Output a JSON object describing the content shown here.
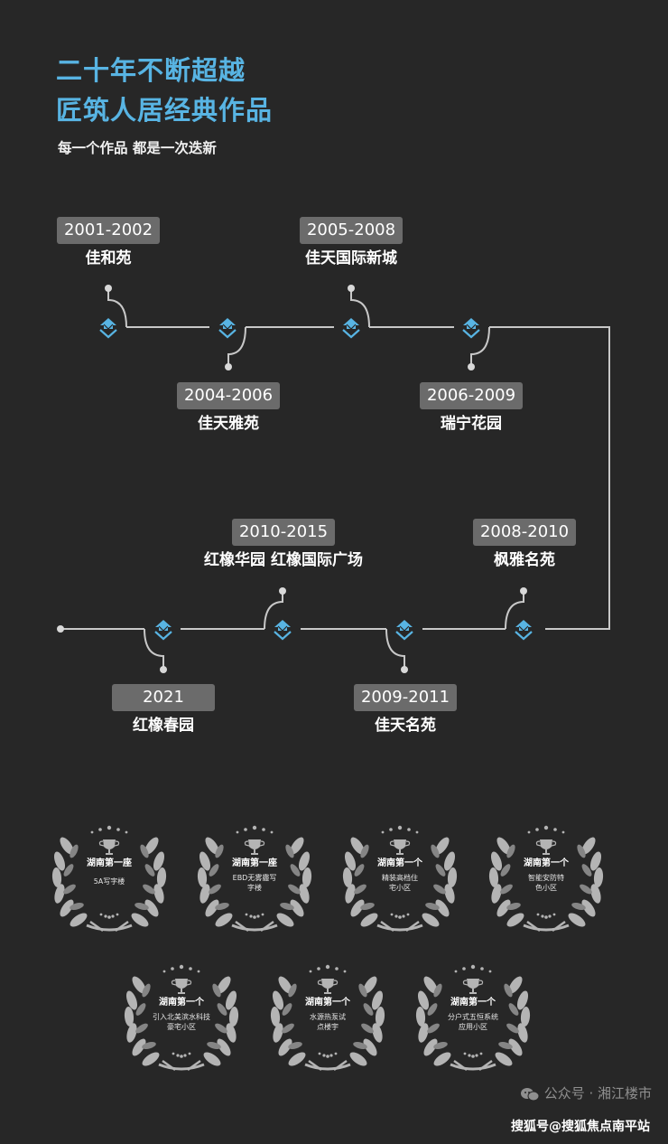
{
  "header": {
    "title_line1": "二十年不断超越",
    "title_line2": "匠筑人居经典作品",
    "subtitle": "每一个作品 都是一次迭新"
  },
  "colors": {
    "accent": "#58b4e3",
    "background": "#272727",
    "badge": "#6b6b6b",
    "line": "#c8c8c8",
    "laurel": "#b4b4b4"
  },
  "milestones": [
    {
      "years": "2001-2002",
      "name": "佳和苑"
    },
    {
      "years": "2004-2006",
      "name": "佳天雅苑"
    },
    {
      "years": "2005-2008",
      "name": "佳天国际新城"
    },
    {
      "years": "2006-2009",
      "name": "瑞宁花园"
    },
    {
      "years": "2008-2010",
      "name": "枫雅名苑"
    },
    {
      "years": "2009-2011",
      "name": "佳天名苑"
    },
    {
      "years": "2010-2015",
      "name": "红橡华园 红橡国际广场"
    },
    {
      "years": "2021",
      "name": "红橡春园"
    }
  ],
  "awards": [
    {
      "title": "湖南第一座",
      "desc": "5A写字楼",
      "icon": "trophy-icon"
    },
    {
      "title": "湖南第一座",
      "desc": "EBD无雾霾写字楼",
      "icon": "trophy-icon"
    },
    {
      "title": "湖南第一个",
      "desc": "精装高档住宅小区",
      "icon": "trophy-icon"
    },
    {
      "title": "湖南第一个",
      "desc": "智能安防特色小区",
      "icon": "trophy-icon"
    },
    {
      "title": "湖南第一个",
      "desc": "引入北美滨水科技豪宅小区",
      "icon": "trophy-icon"
    },
    {
      "title": "湖南第一个",
      "desc": "水源热泵试点楼宇",
      "icon": "trophy-icon"
    },
    {
      "title": "湖南第一个",
      "desc": "分户式五恒系统应用小区",
      "icon": "trophy-icon"
    }
  ],
  "watermark": {
    "account": "公众号 · 湘江楼市",
    "site": "搜狐号@搜狐焦点南平站",
    "icon": "wechat-icon"
  }
}
